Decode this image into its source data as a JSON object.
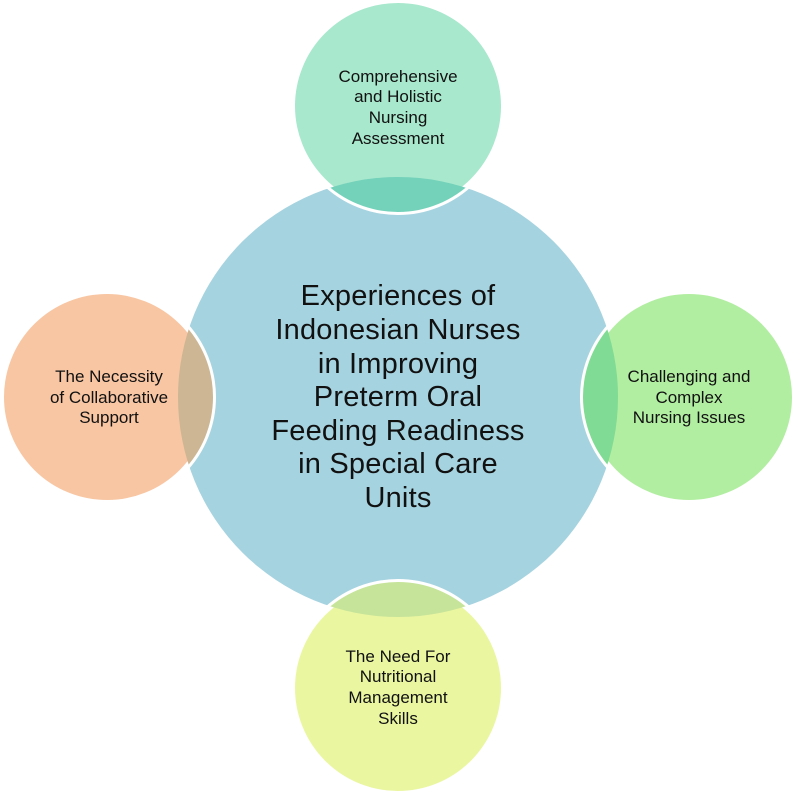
{
  "diagram": {
    "center": {
      "text": "Experiences of\nIndonesian Nurses\nin Improving\nPreterm Oral\nFeeding Readiness\nin Special Care\nUnits",
      "color": "#A6D3E0"
    },
    "top": {
      "text": "Comprehensive\nand Holistic\nNursing\nAssessment",
      "color": "#A8E8CD",
      "overlap_color": "#74D2BA"
    },
    "right": {
      "text": "Challenging and\nComplex\nNursing Issues",
      "color": "#B2EEA1",
      "overlap_color": "#80DB94"
    },
    "bottom": {
      "text": "The Need For\nNutritional\nManagement\nSkills",
      "color": "#EBF6A1",
      "overlap_color": "#C6E49A"
    },
    "left": {
      "text": "The Necessity\nof Collaborative\nSupport",
      "color": "#F8C6A3",
      "overlap_color": "#CDB694"
    }
  }
}
